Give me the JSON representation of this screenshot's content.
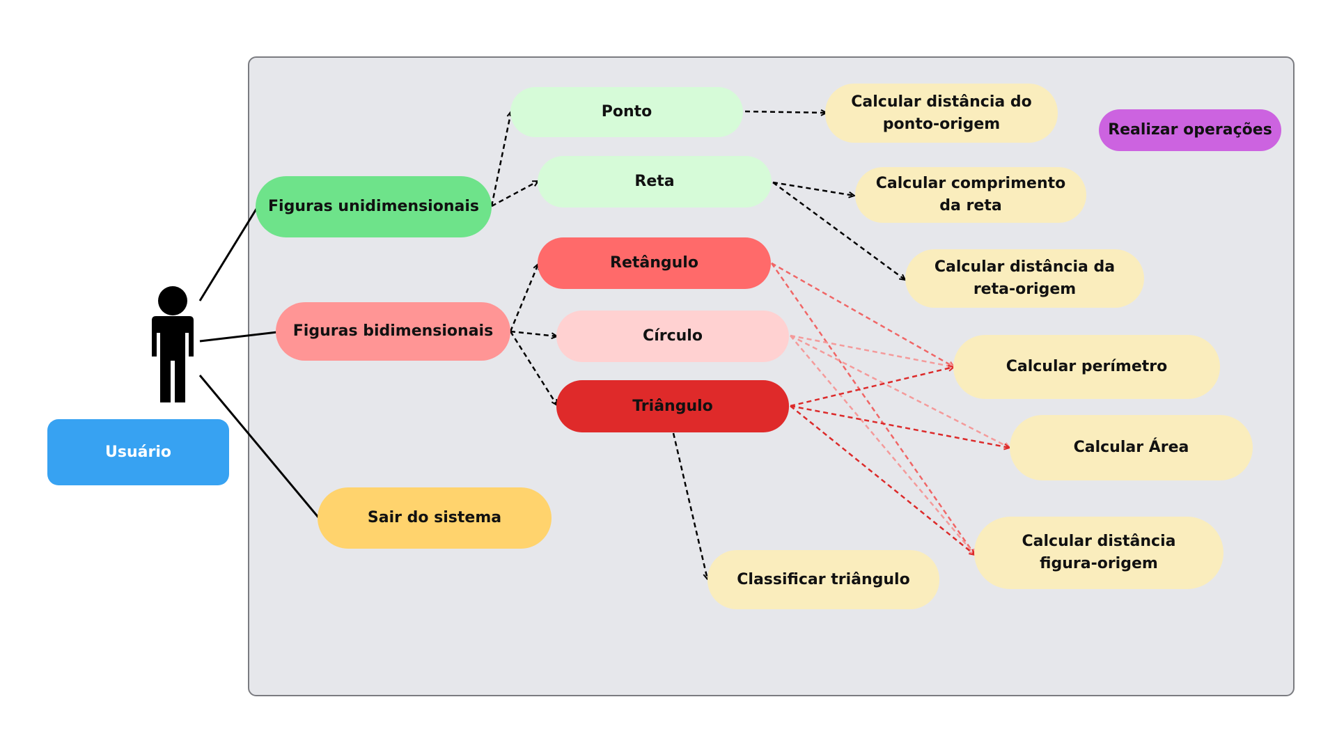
{
  "actor": {
    "label": "Usuário",
    "color": "#37a2f2"
  },
  "system_boundary": {
    "fill": "#e6e7eb",
    "stroke": "#7a7b80"
  },
  "use_cases": {
    "figuras_unidimensionais": {
      "label": "Figuras unidimensionais",
      "color": "#6ee38a"
    },
    "figuras_bidimensionais": {
      "label": "Figuras bidimensionais",
      "color": "#ff9595"
    },
    "sair_do_sistema": {
      "label": "Sair do sistema",
      "color": "#ffd36d"
    },
    "ponto": {
      "label": "Ponto",
      "color": "#d6fbd8"
    },
    "reta": {
      "label": "Reta",
      "color": "#d6fbd8"
    },
    "retangulo": {
      "label": "Retângulo",
      "color": "#ff6a6a"
    },
    "circulo": {
      "label": "Círculo",
      "color": "#ffd1d1"
    },
    "triangulo": {
      "label": "Triângulo",
      "color": "#df2a2a"
    },
    "calc_dist_ponto_origem": {
      "label": "Calcular distância do ponto-origem",
      "color": "#faedbd"
    },
    "calc_comprimento_reta": {
      "label": "Calcular comprimento da reta",
      "color": "#faedbd"
    },
    "calc_dist_reta_origem": {
      "label": "Calcular distância da reta-origem",
      "color": "#faedbd"
    },
    "calc_perimetro": {
      "label": "Calcular perímetro",
      "color": "#faedbd"
    },
    "calc_area": {
      "label": "Calcular Área",
      "color": "#faedbd"
    },
    "calc_dist_figura_origem": {
      "label": "Calcular distância figura-origem",
      "color": "#faedbd"
    },
    "classificar_triangulo": {
      "label": "Classificar triângulo",
      "color": "#faedbd"
    },
    "realizar_operacoes": {
      "label": "Realizar operações",
      "color": "#cc63e0"
    }
  },
  "links": {
    "association_color": "#000000",
    "include_color": "#000000",
    "retangulo_color": "#f06666",
    "circulo_color": "#f49a9a",
    "triangulo_color": "#dc2a2a"
  }
}
